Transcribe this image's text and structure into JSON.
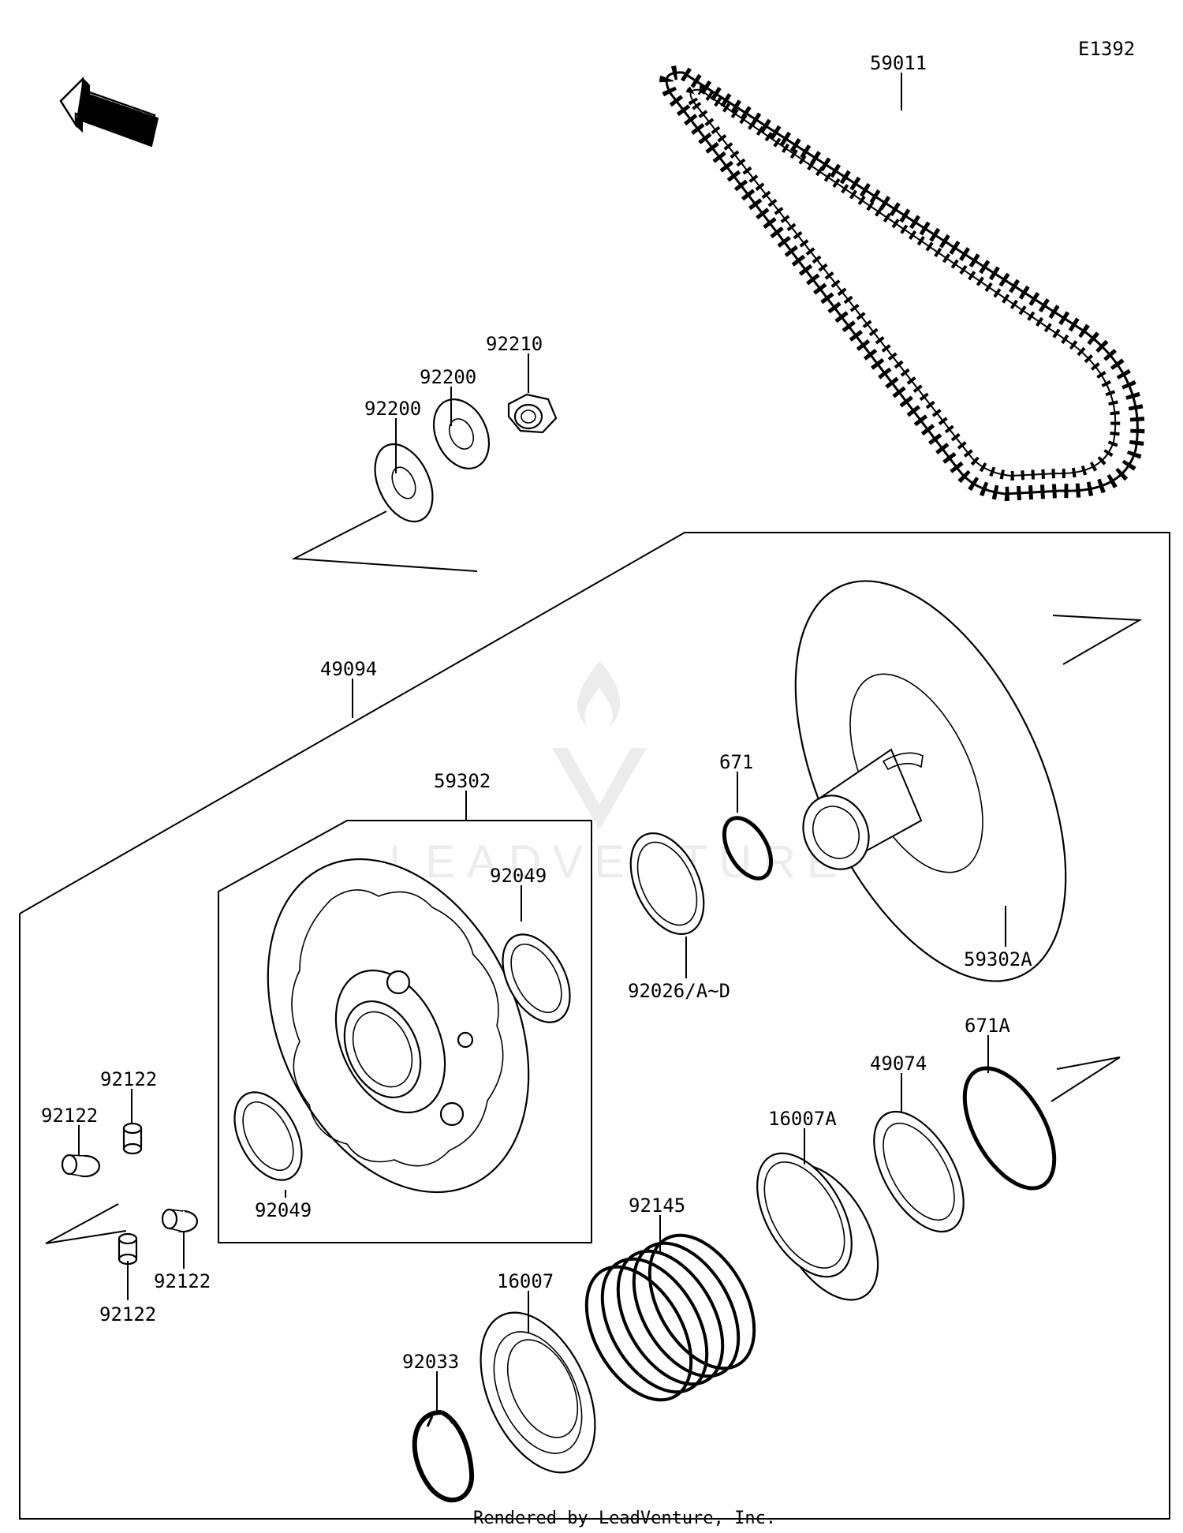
{
  "diagram_code": "E1392",
  "front_label": "FRONT",
  "watermark": "LEADVENTURE",
  "footer": "Rendered by LeadVenture, Inc.",
  "labels": {
    "p59011": "59011",
    "p92210": "92210",
    "p92200a": "92200",
    "p92200b": "92200",
    "p49094": "49094",
    "p59302": "59302",
    "p671": "671",
    "p92049a": "92049",
    "p92026": "92026/A~D",
    "p59302A": "59302A",
    "p671A": "671A",
    "p49074": "49074",
    "p16007A": "16007A",
    "p92122a": "92122",
    "p92122b": "92122",
    "p92049b": "92049",
    "p92145": "92145",
    "p92122c": "92122",
    "p16007": "16007",
    "p92122d": "92122",
    "p92033": "92033"
  }
}
